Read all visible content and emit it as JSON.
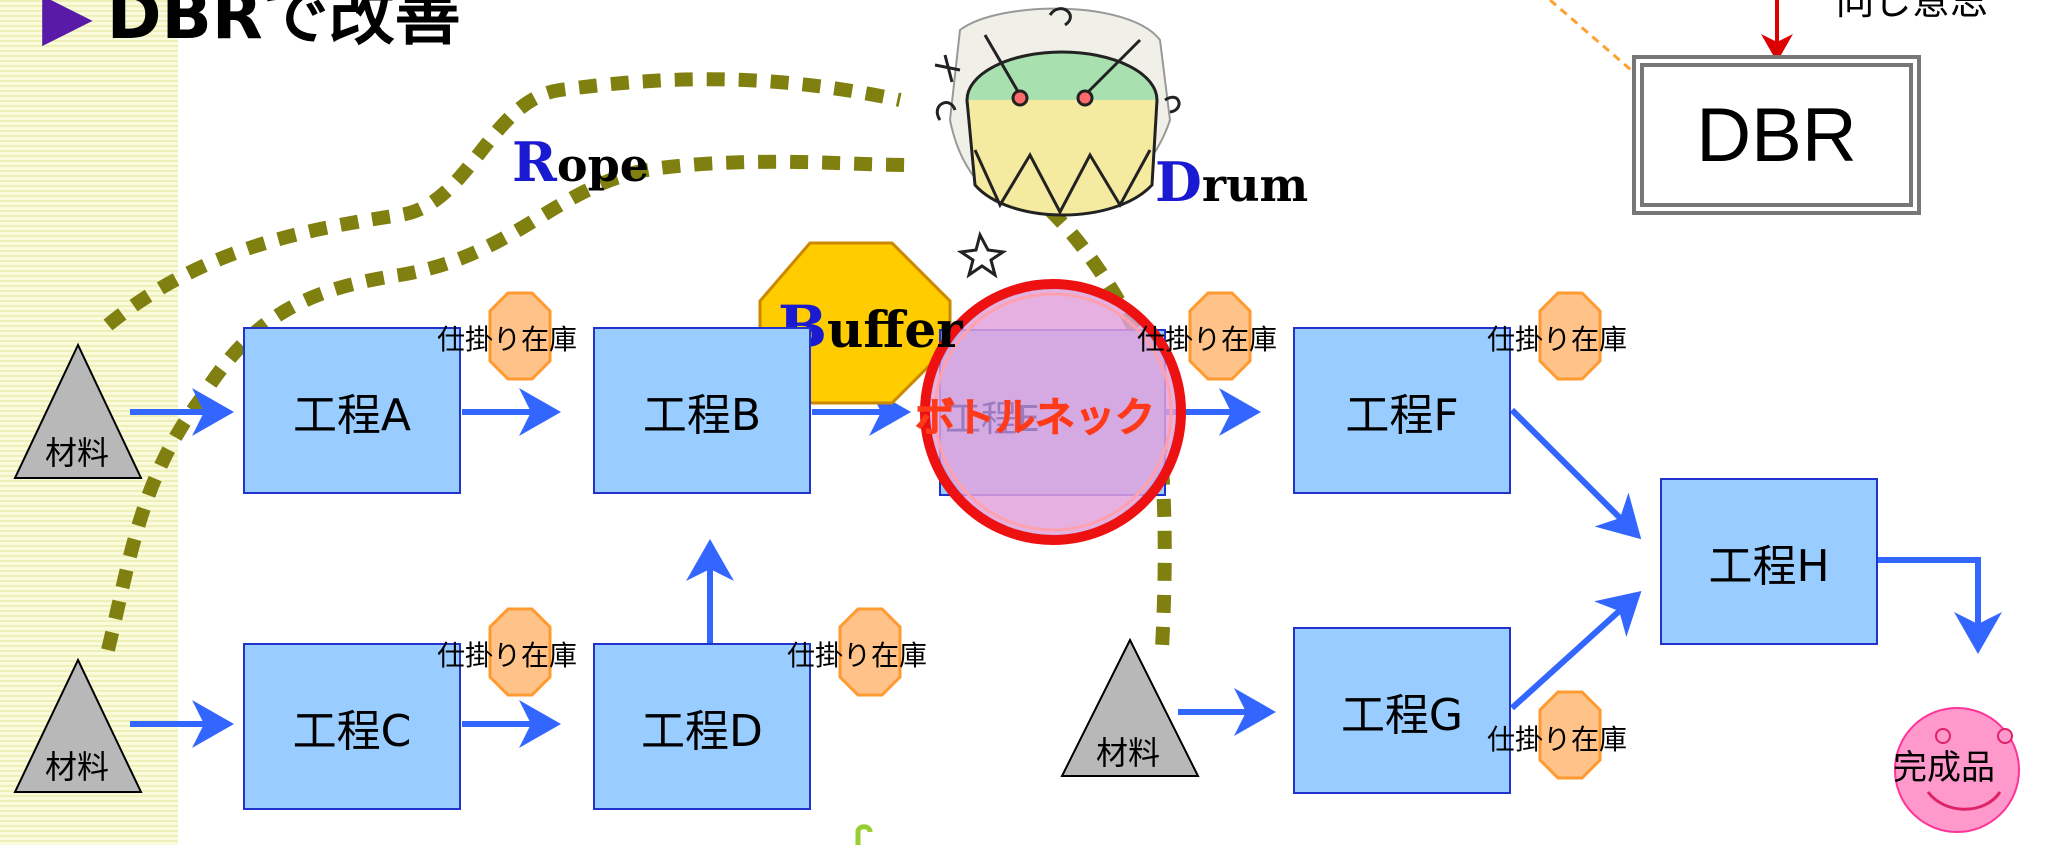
{
  "title": {
    "bullet": "▶",
    "text": "DBRで改善"
  },
  "top_right_note": "同じ意思",
  "dbr_box": "DBR",
  "labels": {
    "rope": {
      "cap": "R",
      "rest": "ope"
    },
    "drum": {
      "cap": "D",
      "rest": "rum"
    },
    "buffer": {
      "cap": "B",
      "rest": "uffer"
    },
    "bottleneck": "ボトルネック",
    "bottleneck_process": "工程E"
  },
  "processes": [
    {
      "id": "A",
      "label": "工程A"
    },
    {
      "id": "B",
      "label": "工程B"
    },
    {
      "id": "C",
      "label": "工程C"
    },
    {
      "id": "D",
      "label": "工程D"
    },
    {
      "id": "F",
      "label": "工程F"
    },
    {
      "id": "G",
      "label": "工程G"
    },
    {
      "id": "H",
      "label": "工程H"
    }
  ],
  "materials": [
    "材料",
    "材料",
    "材料"
  ],
  "wip_label": "仕掛り在庫",
  "product": "完成品",
  "colors": {
    "process_fill": "#99ccff",
    "process_border": "#2233cc",
    "arrow": "#3366ff",
    "rope": "#808010",
    "wip_fill": "#ffc38a",
    "wip_border": "#ff9a30",
    "buffer_fill": "#ffcc00",
    "bottleneck_ring": "#ee1111",
    "bottleneck_fill": "#cc99dd",
    "product_fill": "#ff99cc",
    "material_fill": "#b8b8b8",
    "red_arrow": "#dd0000",
    "orange_dash": "#ffa030"
  },
  "icons": [
    "drum-clipart-icon",
    "smiley-icon",
    "octagon-icon",
    "triangle-icon"
  ]
}
